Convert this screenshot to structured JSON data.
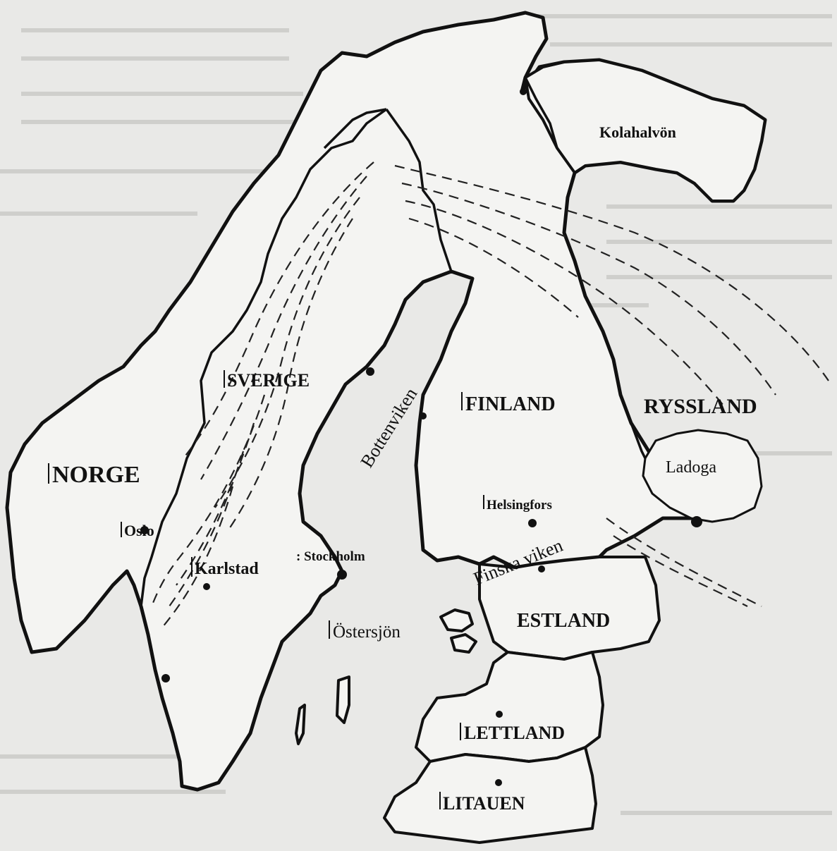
{
  "map": {
    "countries": {
      "norge": "NORGE",
      "sverige": "SVERIGE",
      "finland": "FINLAND",
      "ryssland": "RYSSLAND",
      "estland": "ESTLAND",
      "lettland": "LETTLAND",
      "litauen": "LITAUEN"
    },
    "water": {
      "bottenviken": "Bottenviken",
      "finska_viken": "Finska viken",
      "ostersjon": "Östersjön",
      "ladoga": "Ladoga"
    },
    "regions": {
      "kolahalvon": "Kolahalvön"
    },
    "cities": {
      "oslo": "Oslo",
      "karlstad": "Karlstad",
      "stockholm": ": Stockholm",
      "helsingfors": "Helsingfors"
    }
  }
}
